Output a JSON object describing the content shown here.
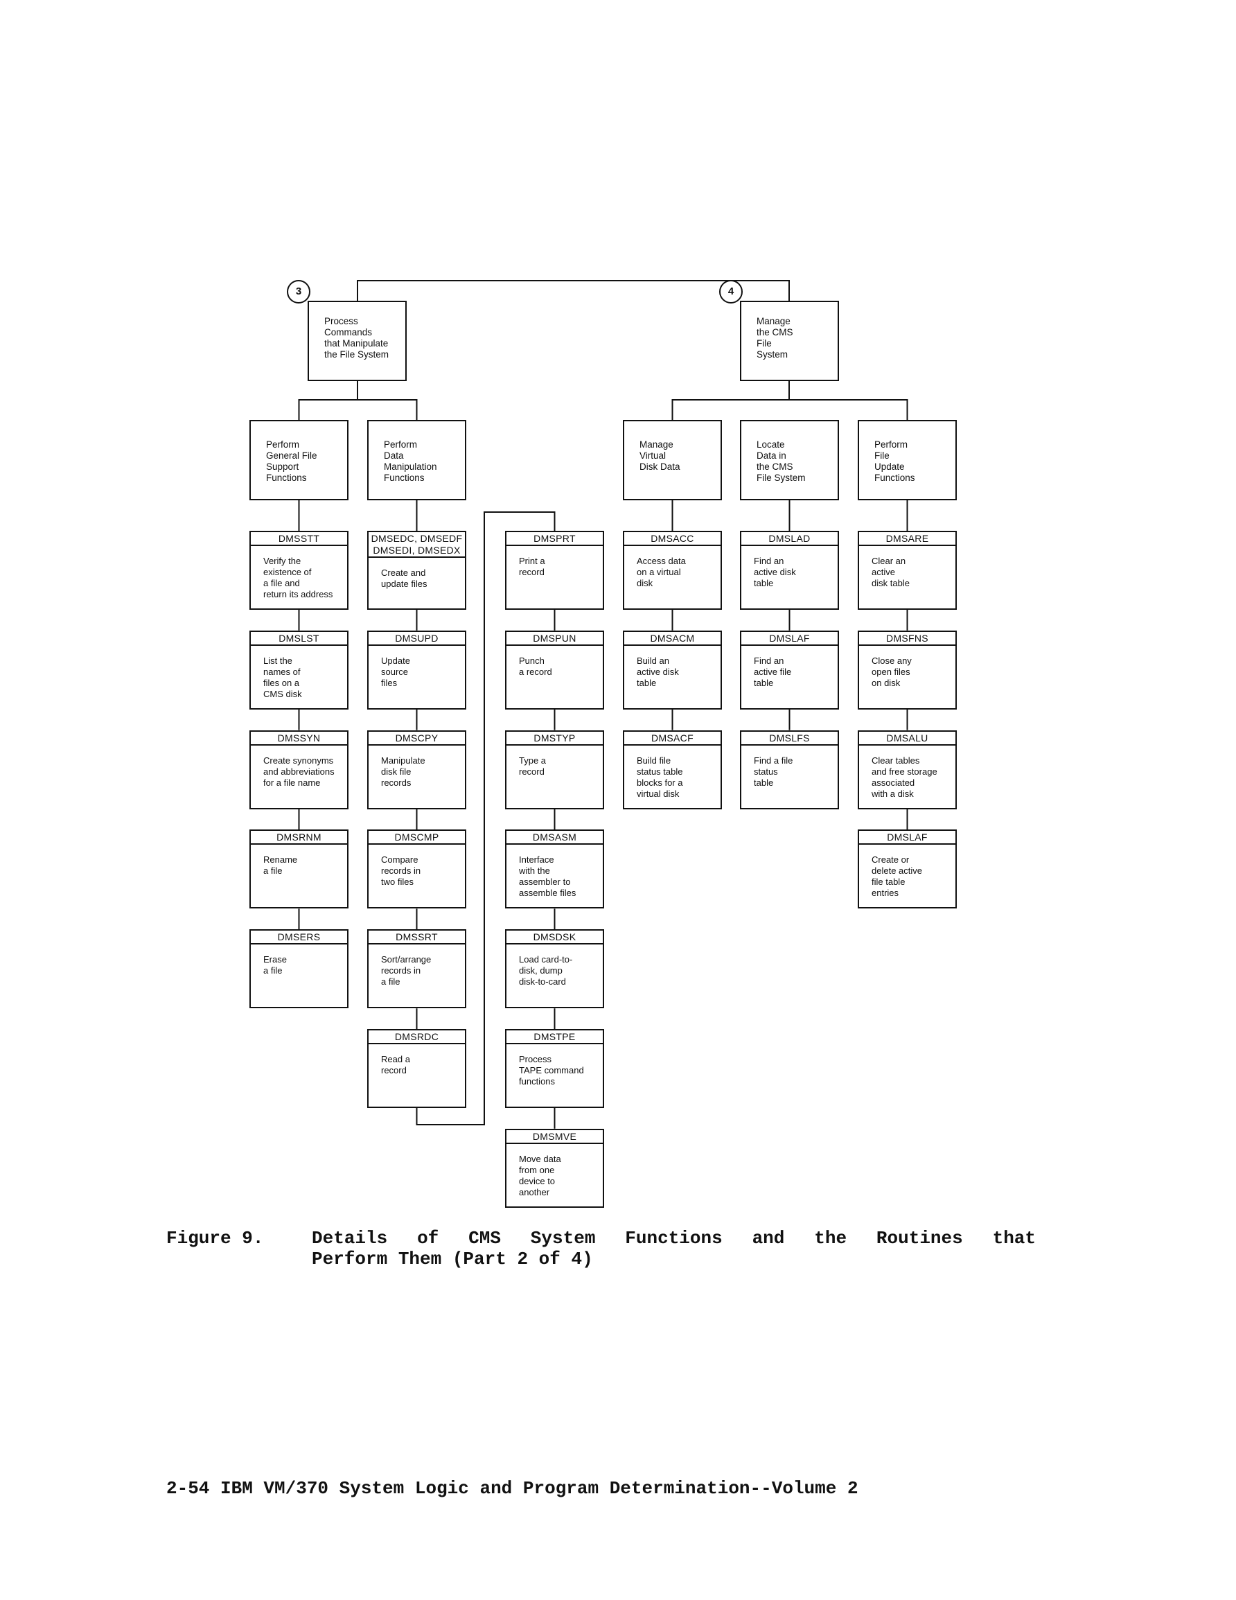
{
  "top": [
    {
      "connector": "3",
      "text": "Process\nCommands\nthat Manipulate\nthe File System"
    },
    {
      "connector": "4",
      "text": "Manage\nthe CMS\nFile\nSystem"
    }
  ],
  "functions": [
    {
      "text": "Perform\nGeneral File\nSupport\nFunctions"
    },
    {
      "text": "Perform\nData\nManipulation\nFunctions"
    },
    {
      "text": "Manage\nVirtual\nDisk Data"
    },
    {
      "text": "Locate\nData in\nthe CMS\nFile System"
    },
    {
      "text": "Perform\nFile\nUpdate\nFunctions"
    }
  ],
  "columns": [
    {
      "routines": [
        {
          "name": "DMSSTT",
          "text": "Verify the\nexistence of\na file and\nreturn its address"
        },
        {
          "name": "DMSLST",
          "text": "List the\nnames of\nfiles on a\nCMS disk"
        },
        {
          "name": "DMSSYN",
          "text": "Create synonyms\nand abbreviations\nfor a file name"
        },
        {
          "name": "DMSRNM",
          "text": "Rename\na file"
        },
        {
          "name": "DMSERS",
          "text": "Erase\na  file"
        }
      ]
    },
    {
      "routines": [
        {
          "name": "DMSEDC, DMSEDF\nDMSEDI, DMSEDX",
          "text": "Create and\nupdate files"
        },
        {
          "name": "DMSUPD",
          "text": "Update\nsource\nfiles"
        },
        {
          "name": "DMSCPY",
          "text": "Manipulate\ndisk file\nrecords"
        },
        {
          "name": "DMSCMP",
          "text": "Compare\nrecords in\ntwo files"
        },
        {
          "name": "DMSSRT",
          "text": "Sort/arrange\nrecords in\na file"
        },
        {
          "name": "DMSRDC",
          "text": "Read a\nrecord"
        }
      ]
    },
    {
      "routines": [
        {
          "name": "DMSPRT",
          "text": "Print a\nrecord"
        },
        {
          "name": "DMSPUN",
          "text": "Punch\na record"
        },
        {
          "name": "DMSTYP",
          "text": "Type a\nrecord"
        },
        {
          "name": "DMSASM",
          "text": "Interface\nwith the\nassembler to\nassemble files"
        },
        {
          "name": "DMSDSK",
          "text": "Load card-to-\ndisk, dump\ndisk-to-card"
        },
        {
          "name": "DMSTPE",
          "text": "Process\nTAPE command\nfunctions"
        },
        {
          "name": "DMSMVE",
          "text": "Move data\nfrom one\ndevice to\nanother"
        }
      ]
    },
    {
      "routines": [
        {
          "name": "DMSACC",
          "text": "Access data\non a virtual\ndisk"
        },
        {
          "name": "DMSACM",
          "text": "Build an\nactive disk\ntable"
        },
        {
          "name": "DMSACF",
          "text": "Build file\nstatus table\nblocks for a\nvirtual disk"
        }
      ]
    },
    {
      "routines": [
        {
          "name": "DMSLAD",
          "text": "Find an\nactive disk\ntable"
        },
        {
          "name": "DMSLAF",
          "text": "Find an\nactive file\ntable"
        },
        {
          "name": "DMSLFS",
          "text": "Find a file\nstatus\ntable"
        }
      ]
    },
    {
      "routines": [
        {
          "name": "DMSARE",
          "text": "Clear an\nactive\ndisk table"
        },
        {
          "name": "DMSFNS",
          "text": "Close any\nopen files\non disk"
        },
        {
          "name": "DMSALU",
          "text": "Clear tables\nand free storage\nassociated\nwith a disk"
        },
        {
          "name": "DMSLAF",
          "text": "Create or\ndelete active\nfile table\nentries"
        }
      ]
    }
  ],
  "caption": {
    "label": "Figure 9.",
    "line1": "Details of CMS System Functions and the Routines that",
    "line2": "Perform Them (Part 2 of 4)"
  },
  "footer": "2-54 IBM VM/370 System Logic and Program Determination--Volume 2"
}
